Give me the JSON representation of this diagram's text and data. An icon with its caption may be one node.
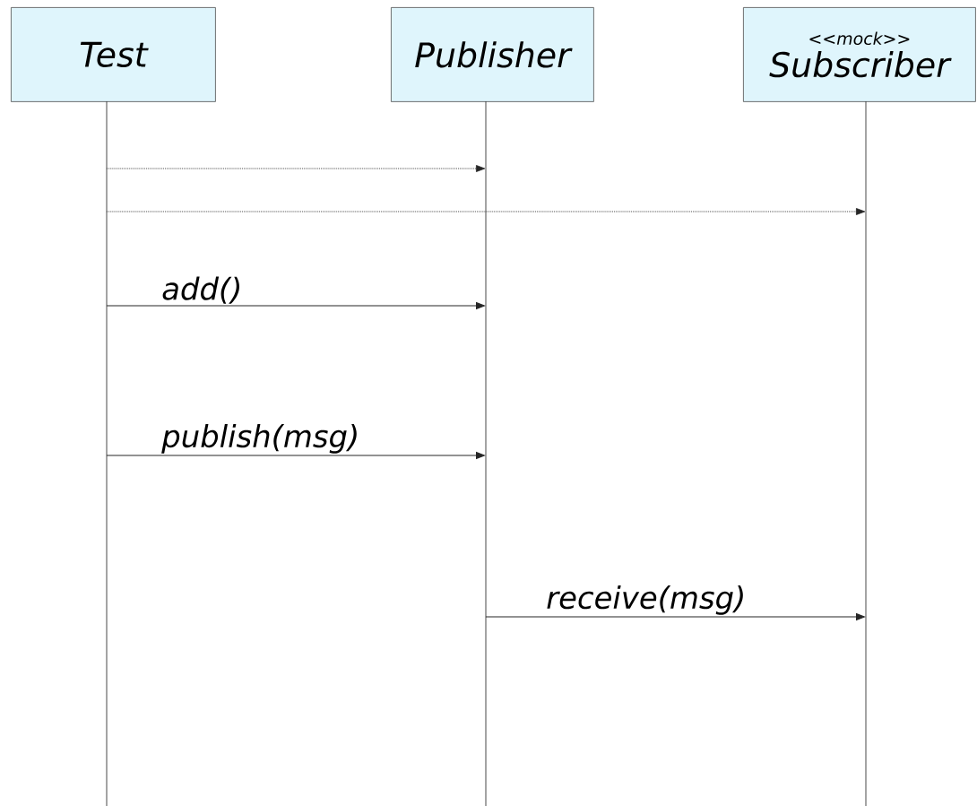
{
  "diagram": {
    "nodes": [
      {
        "text": [
          "Test"
        ]
      },
      {
        "text": [
          "Publisher"
        ]
      },
      {
        "text": [
          "<<mock>>",
          "Subscriber"
        ]
      },
      {
        "text": [],
        "shape": "line"
      },
      {
        "text": [],
        "shape": "line"
      },
      {
        "text": [],
        "shape": "line"
      }
    ],
    "edges": [
      {
        "from": 3,
        "to": 4,
        "arrow": "to",
        "style": "dashed"
      },
      {
        "from": 3,
        "to": 5,
        "arrow": "to",
        "style": "dashed"
      },
      {
        "from": 3,
        "to": 4,
        "arrow": "to",
        "label": "add()"
      },
      {
        "from": 3,
        "to": 4,
        "arrow": "to",
        "label": "publish(msg)"
      },
      {
        "from": 4,
        "to": 5,
        "arrow": "to",
        "label": "receive(msg)"
      }
    ]
  }
}
